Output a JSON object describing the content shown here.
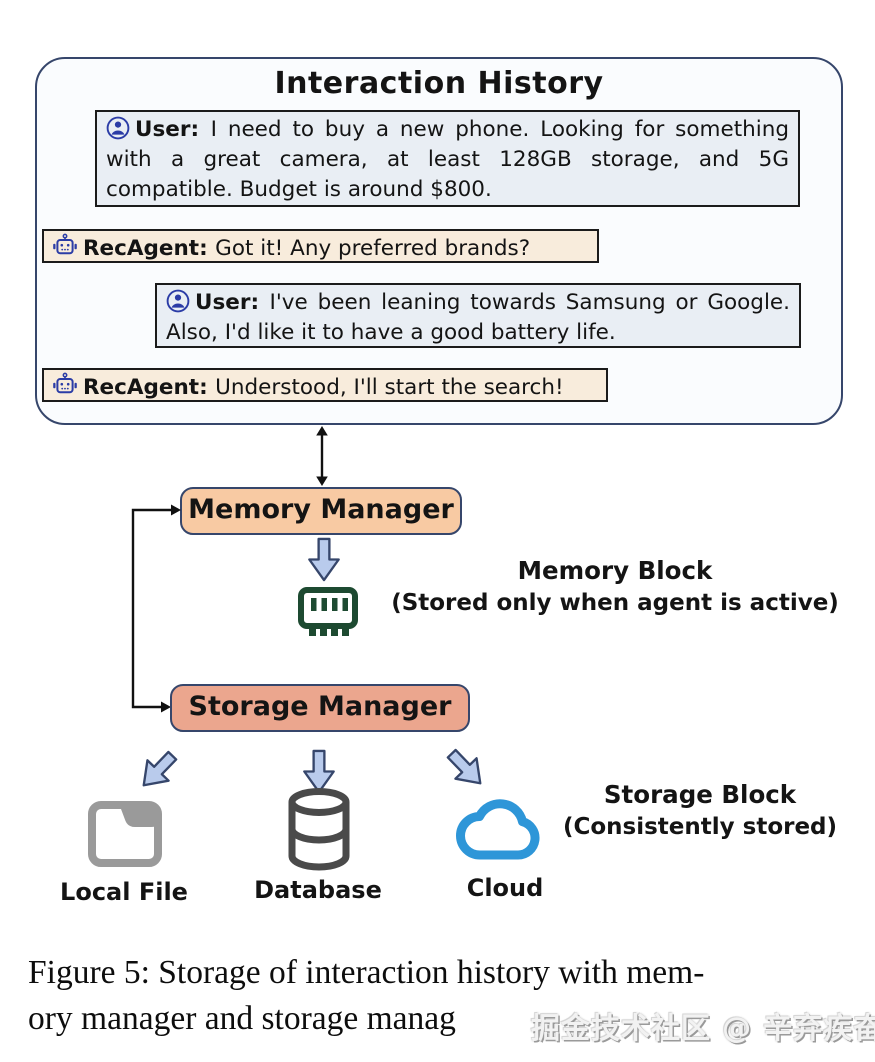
{
  "figure": {
    "interaction_history": {
      "title": "Interaction History",
      "messages": [
        {
          "speaker_label": "User:",
          "icon": "user-circle-icon",
          "text": "I need to buy a new phone. Looking for something with a great camera, at least 128GB storage, and 5G compatible. Budget is around $800."
        },
        {
          "speaker_label": "RecAgent:",
          "icon": "robot-icon",
          "text": "Got it! Any preferred brands?"
        },
        {
          "speaker_label": "User:",
          "icon": "user-circle-icon",
          "text": "I've been leaning towards Samsung or Google. Also, I'd like it to have a good battery life."
        },
        {
          "speaker_label": "RecAgent:",
          "icon": "robot-icon",
          "text": "Understood, I'll start the search!"
        }
      ]
    },
    "nodes": {
      "memory_manager": "Memory Manager",
      "storage_manager": "Storage Manager"
    },
    "annotations": {
      "memory_block_title": "Memory Block",
      "memory_block_note": "(Stored only when agent is active)",
      "storage_block_title": "Storage Block",
      "storage_block_note": "(Consistently stored)"
    },
    "storage_targets": [
      {
        "label": "Local File",
        "icon": "folder-icon"
      },
      {
        "label": "Database",
        "icon": "database-icon"
      },
      {
        "label": "Cloud",
        "icon": "cloud-icon"
      }
    ],
    "memory_target_icon": "memory-chip-icon",
    "caption": {
      "line1": "Figure 5: Storage of interaction history with mem-",
      "line2": "ory manager and storage manag"
    },
    "watermark": "掘金技术社区 @ 辛弃疾奋笔",
    "colors": {
      "outer_border": "#36466b",
      "user_bubble": "#e9eef4",
      "agent_bubble": "#f8ecdc",
      "memory_manager_fill": "#f8caa3",
      "storage_manager_fill": "#eba68e",
      "block_arrow_fill": "#b9cbec",
      "memory_chip_green": "#1d4a31",
      "folder_gray": "#9a9a9a",
      "database_gray": "#4a4a4a",
      "cloud_blue": "#2e96d8",
      "avatar_navy": "#2b3ca6"
    }
  }
}
